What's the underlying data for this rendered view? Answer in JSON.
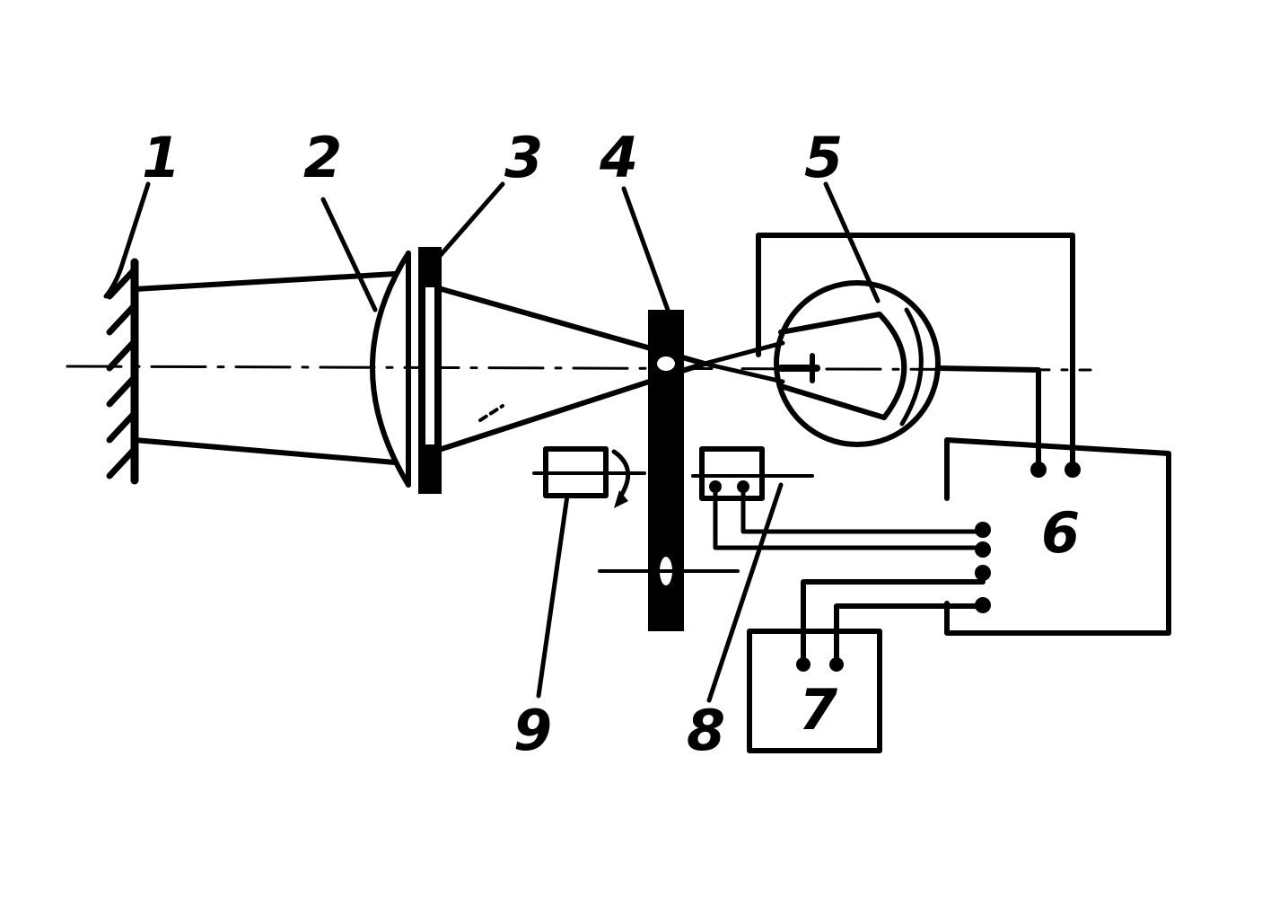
{
  "diagram": {
    "labels": {
      "mirror": "1",
      "lens": "2",
      "filter": "3",
      "disk": "4",
      "lamp": "5",
      "block6": "6",
      "block7": "7",
      "sensor8": "8",
      "motor9": "9"
    },
    "colors": {
      "ink": "#000000",
      "paper": "#ffffff"
    }
  }
}
